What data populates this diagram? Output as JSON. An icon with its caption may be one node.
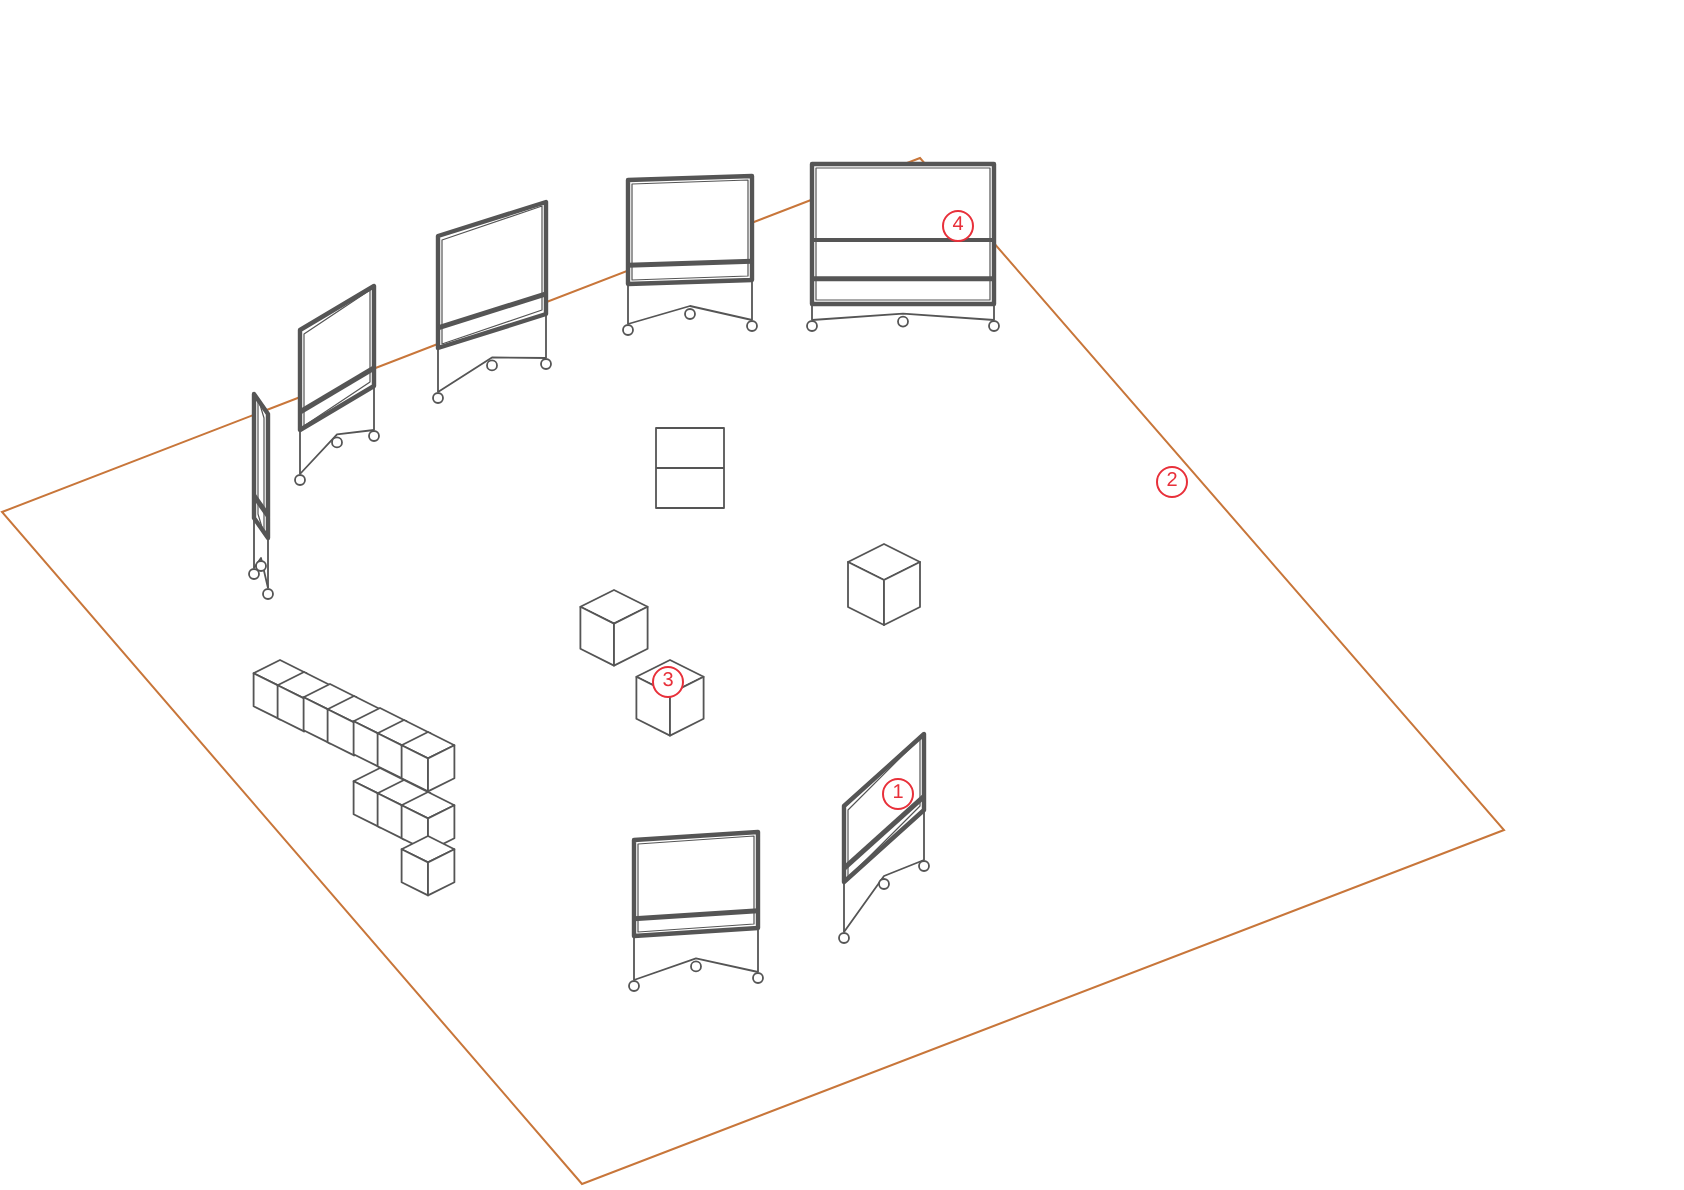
{
  "diagram": {
    "labels": [
      "4",
      "2",
      "3",
      "1"
    ]
  }
}
